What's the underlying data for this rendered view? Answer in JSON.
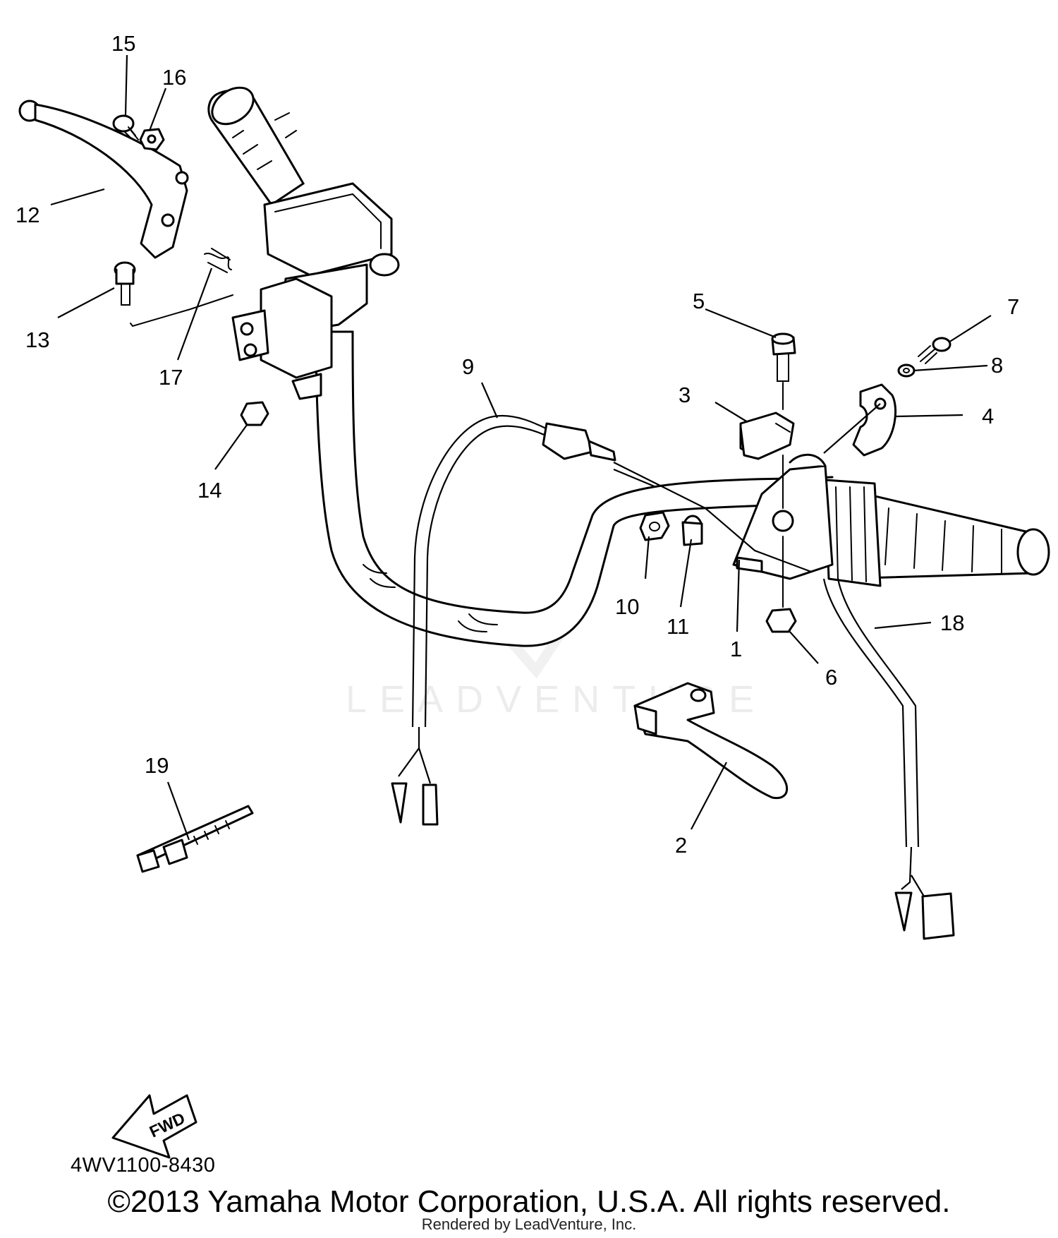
{
  "diagram": {
    "callouts": [
      "1",
      "2",
      "3",
      "4",
      "5",
      "6",
      "7",
      "8",
      "9",
      "10",
      "11",
      "12",
      "13",
      "14",
      "15",
      "16",
      "17",
      "18",
      "19"
    ],
    "arrow_label": "FWD",
    "figure_code": "4WV1100-8430",
    "watermark_text": "LEADVENTURE",
    "footer_copyright": "©2013 Yamaha Motor Corporation, U.S.A. All rights reserved.",
    "footer_rendered": "Rendered by LeadVenture, Inc."
  },
  "colors": {
    "line": "#000000",
    "background": "#ffffff",
    "watermark": "#ececec"
  },
  "icons": [
    "fwd-arrow-icon",
    "leadventure-logo-icon"
  ]
}
